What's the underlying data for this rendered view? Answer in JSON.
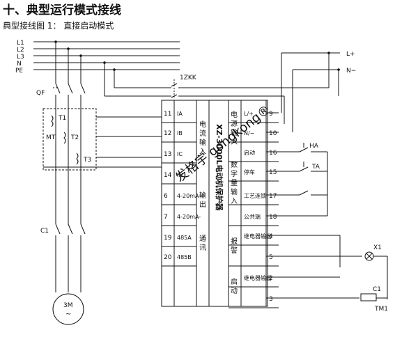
{
  "heading": "十、典型运行模式接线",
  "caption": "典型接线图 1：   直接启动模式",
  "colors": {
    "line": "#111111",
    "watermark": "#c8c8c8"
  },
  "watermark": "发格宇 gongkong®",
  "bus_labels": [
    "L1",
    "L2",
    "L3",
    "N",
    "PE"
  ],
  "supply_labels": {
    "plus": "L+",
    "minus": "N−"
  },
  "breaker": {
    "label": "QF"
  },
  "switch": {
    "label": "1ZKK"
  },
  "transformer_box": {
    "label": "MT",
    "cts": [
      "T1",
      "T2",
      "T3"
    ]
  },
  "contactor": {
    "label": "C1"
  },
  "motor": {
    "label": "3M",
    "symbol": "~"
  },
  "pushbuttons": {
    "start": "HA",
    "stop": "TA"
  },
  "lamp": {
    "label": "X1"
  },
  "coil": {
    "contact": "C1",
    "label": "TM1"
  },
  "device": {
    "title": "XZ-3000L电动机保护器"
  },
  "left_terminals": [
    {
      "num": "11",
      "name": "IA"
    },
    {
      "num": "12",
      "name": "IB"
    },
    {
      "num": "13",
      "name": "IC"
    },
    {
      "num": "14",
      "name": "IN"
    },
    {
      "num": "6",
      "name": "4-20mA+"
    },
    {
      "num": "7",
      "name": "4-20mA-"
    },
    {
      "num": "19",
      "name": "485A"
    },
    {
      "num": "20",
      "name": "485B"
    }
  ],
  "left_groups": [
    {
      "label": "电流输入"
    },
    {
      "label": "输出"
    },
    {
      "label": "通讯"
    }
  ],
  "right_terminals": [
    {
      "num": "9",
      "name": "L/+"
    },
    {
      "num": "10",
      "name": "N/−"
    },
    {
      "num": "16",
      "name": "启动"
    },
    {
      "num": "15",
      "name": "停车"
    },
    {
      "num": "17",
      "name": "工艺连锁"
    },
    {
      "num": "18",
      "name": "公共端"
    },
    {
      "num": "4",
      "name": "继电器输出"
    },
    {
      "num": "5",
      "name": ""
    },
    {
      "num": "2",
      "name": "继电器输出"
    },
    {
      "num": "3",
      "name": ""
    }
  ],
  "right_groups": [
    {
      "label": "电源输入"
    },
    {
      "label": "数字量输入"
    },
    {
      "label": "报警"
    },
    {
      "label": "启动"
    }
  ]
}
